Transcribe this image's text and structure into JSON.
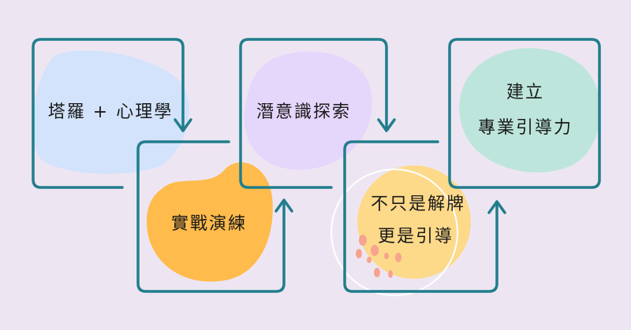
{
  "colors": {
    "background": "#ede6f2",
    "line": "#217d8c",
    "blue": "#d2e3fb",
    "purple": "#e5d6fb",
    "orange": "#ffbb4b",
    "yellow": "#fdd98a",
    "green": "#bde5dc",
    "petal": "#f6a38f"
  },
  "steps": [
    {
      "label": "塔羅 + 心理學"
    },
    {
      "label": "實戰演練"
    },
    {
      "label": "潛意識探索"
    },
    {
      "line1": "不只是解牌",
      "line2": "更是引導"
    },
    {
      "line1": "建立",
      "line2": "專業引導力"
    }
  ]
}
